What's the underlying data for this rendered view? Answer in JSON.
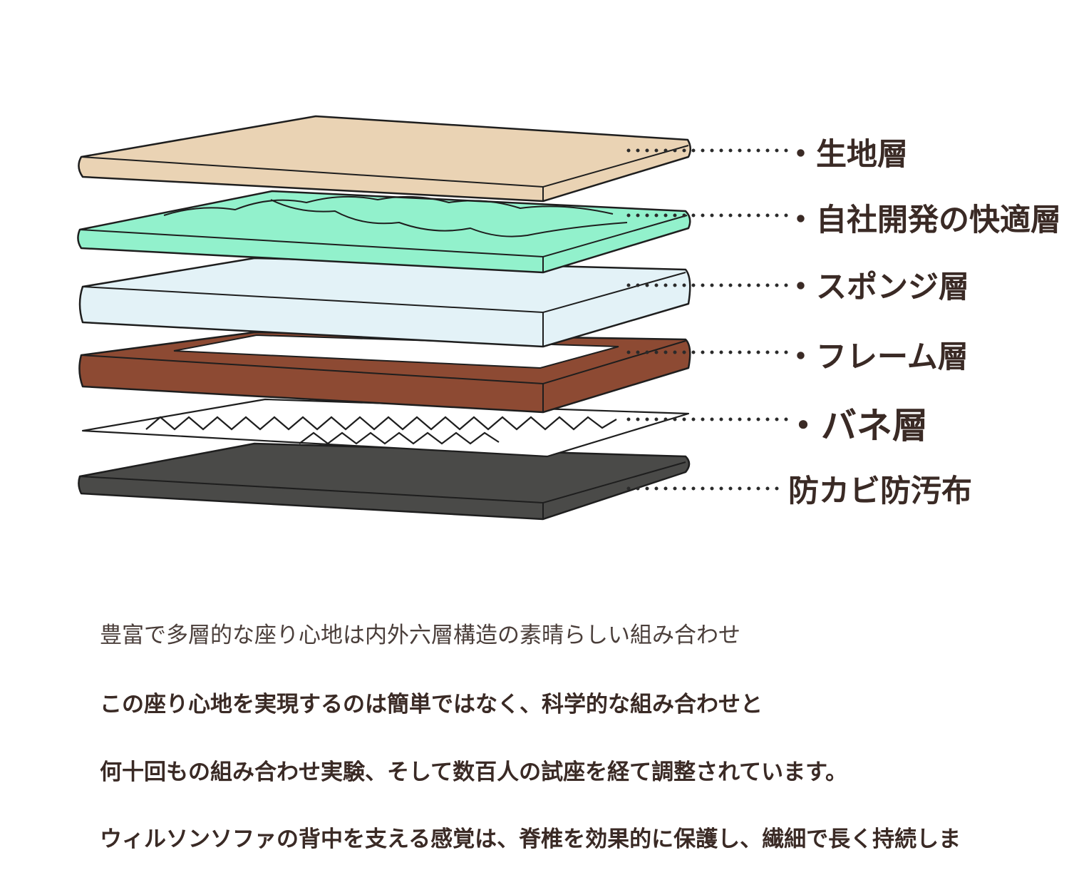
{
  "layers": [
    {
      "label": "・生地層",
      "color": "#ead3b4"
    },
    {
      "label": "・自社開発の快適層",
      "color": "#92f1cc"
    },
    {
      "label": "・スポンジ層",
      "color": "#e3f2f7"
    },
    {
      "label": "・フレーム層",
      "color": "#8d4a33"
    },
    {
      "label": "・バネ層",
      "color": "#ffffff"
    },
    {
      "label": "防カビ防汚布",
      "color": "#4a4a48"
    }
  ],
  "paragraphs": [
    "豊富で多層的な座り心地は内外六層構造の素晴らしい組み合わせ",
    "この座り心地を実現するのは簡単ではなく、科学的な組み合わせと",
    "何十回もの組み合わせ実験、そして数百人の試座を経て調整されています。",
    "ウィルソンソファの背中を支える感覚は、脊椎を効果的に保護し、繊細で長く持続しま"
  ]
}
